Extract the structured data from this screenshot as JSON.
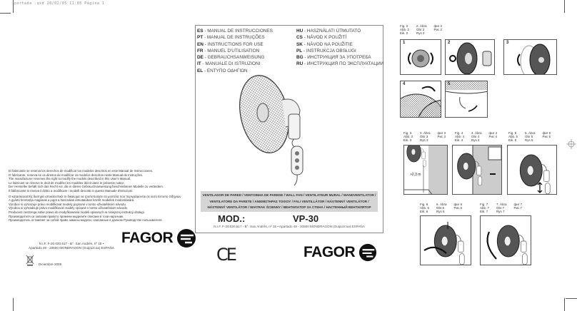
{
  "slug": "portada .qxd 28/02/05 11:05 Página 1",
  "legal": [
    "El fabricante se reserva los derechos de modificar los modelos descritos en este Manual de Instrucciones.",
    "O fabricante, reserva-se os direitos de modificar os modelos descritos neste Manual de Instruções.",
    "The manufacturer reserves the right to modify the models described in this User's Manual.",
    "Le fabricant se réserve le droit de modifier les modèles décrit dans le présente notice.",
    "Der Hersteller behält sich das Recht vor, die in dieser Gebrauchsanweisung beschriebenen Modelle zu verändern.",
    "Il fabbricante si riserva il diritto a modificare i modelli descritti in questo Manuale d'Istruzioni.",
    "O κατασκευαστής διατηρεί αποκλειστικά το δικαίωμα να τροποποιήσει τα μοντέλα που περιγράφονται σε αυτό Εντυπο Οδηγιών",
    "A gyártó fenntartja magának a jogot a használati útmutatóban közölt modellek módosítására.",
    "Výrobce si vyhrazuje právo modifikovat modely popsané v tomto uživatelském návodu.",
    "Výrobca si vyhradzuje právo modifikovať modely opísané v tomto užívateľskom návode.",
    "Producent zastrzega sobie prawo do modyfikowania modeli opisanych w niniejszej instrukcji obsługi.",
    "Производителя си запазва правото промени моделите описани в този наръчник.",
    "Производитель оставляет за собой право замены модели, описанные в данном Руководстве пользователя."
  ],
  "brand": "FAGOR",
  "address_line1": "N.I.F. F-20.020.517 - B°. San Andrés, nº 18 •",
  "address_line2": "Apartado 49 - 20500 MONDRAGON (Guipúzcoa) ESPAÑA",
  "date": "Diciembre 2005",
  "languages_left": [
    {
      "code": "ES",
      "label": "- MANUAL DE INSTRUCCIONES"
    },
    {
      "code": "PT",
      "label": "- MANUAL DE INSTRUÇÕES"
    },
    {
      "code": "EN",
      "label": "- INSTRUCTIONS FOR USE"
    },
    {
      "code": "FR",
      "label": "- MANUEL D'UTILISATION"
    },
    {
      "code": "DE",
      "label": "- GEBRAUCHSANWEISUNG"
    },
    {
      "code": "IT",
      "label": "- MANUALE DI ISTRUZIONI"
    },
    {
      "code": "EL",
      "label": "- ΕΝΤΥΠΟ ΟΔΗΓΙΩΝ"
    }
  ],
  "languages_right": [
    {
      "code": "HU",
      "label": "- HASZNÁLATI ÚTMUTATÓ"
    },
    {
      "code": "CS",
      "label": "- NÁVOD K POUŽITÍ"
    },
    {
      "code": "SK",
      "label": "- NÁVOD NA POUŽITIE"
    },
    {
      "code": "PL",
      "label": "- INSTRUKCJA OBSŁUGI"
    },
    {
      "code": "BG",
      "label": "- ИНСТРУКЦИЯ ЗА УПОТРЕБА"
    },
    {
      "code": "RU",
      "label": "- ИНСТРУКЦИЯ ПО ЭКСПЛУАТАЦИИ"
    }
  ],
  "product_names": [
    "VENTILADOR DE PARED / VENTOINHA DE PAREDE / WALL FAN / VENTILATEUR MURAL / WANDVENTILATOR /",
    "VENTILATORE DA PARETE / ΑΝΕΜΙΣΤΗΡΑΣ ΤΟΙΧΟΥ / FALI VENTILLÁTOR / NÁSTENNÝ VENTILÁTOR /",
    "NÁSTENNÝ VENTILÁTOR / WIATRAK ŚCIENNY / ВЕНТИЛАТОР ЗА СТЕНА / НАСТЕННЫЙ ВЕНТИЛЯТОР"
  ],
  "mod_label": "MOD.:",
  "model": "VP-30",
  "address_full": "N.I.F. F-20.020.517 - B°. San Andrés, nº 18 • Apartado 49 - 20500 MONDRAGON (Guipúzcoa) ESPAÑA",
  "ce_mark": "CE",
  "height_label": ">2,3 m",
  "figures": [
    {
      "n": "2",
      "labels": [
        "Fig. 2\nAbb. 2\nEik. 2",
        "2. Ábra\nObr 2\nRys 2",
        "фиг 2\nРис 2"
      ],
      "steps": [
        "1",
        "2",
        "3",
        "4",
        "5"
      ]
    },
    {
      "n": "3",
      "labels": [
        "Fig. 3\nAbb. 3\nEik. 3",
        "3. Ábra\nObr 3\nRys 3",
        "фиг 3\nРис 3"
      ]
    },
    {
      "n": "4",
      "labels": [
        "Fig. 4\nAbb. 4\nEik. 4",
        "4. Ábra\nObr 4\nRys 4",
        "фиг 4\nРис 4"
      ]
    },
    {
      "n": "5",
      "labels": [
        "Fig. 5\nAbb. 5\nEik. 5",
        "5. Ábra\nObr 5\nRys 5",
        "фиг 5\nРис 5"
      ]
    },
    {
      "n": "6",
      "labels": [
        "Fig. 6\nAbb. 6\nEik. 6",
        "6. Ábra\nObr.6\nRys 6",
        "фиг 6\nРис.6"
      ]
    },
    {
      "n": "7",
      "labels": [
        "Fig. 7\nAbb. 7\nEik. 7",
        "7. Ábra\nObr.7\nRys 7",
        "фиг 7\nРис.7"
      ]
    }
  ]
}
